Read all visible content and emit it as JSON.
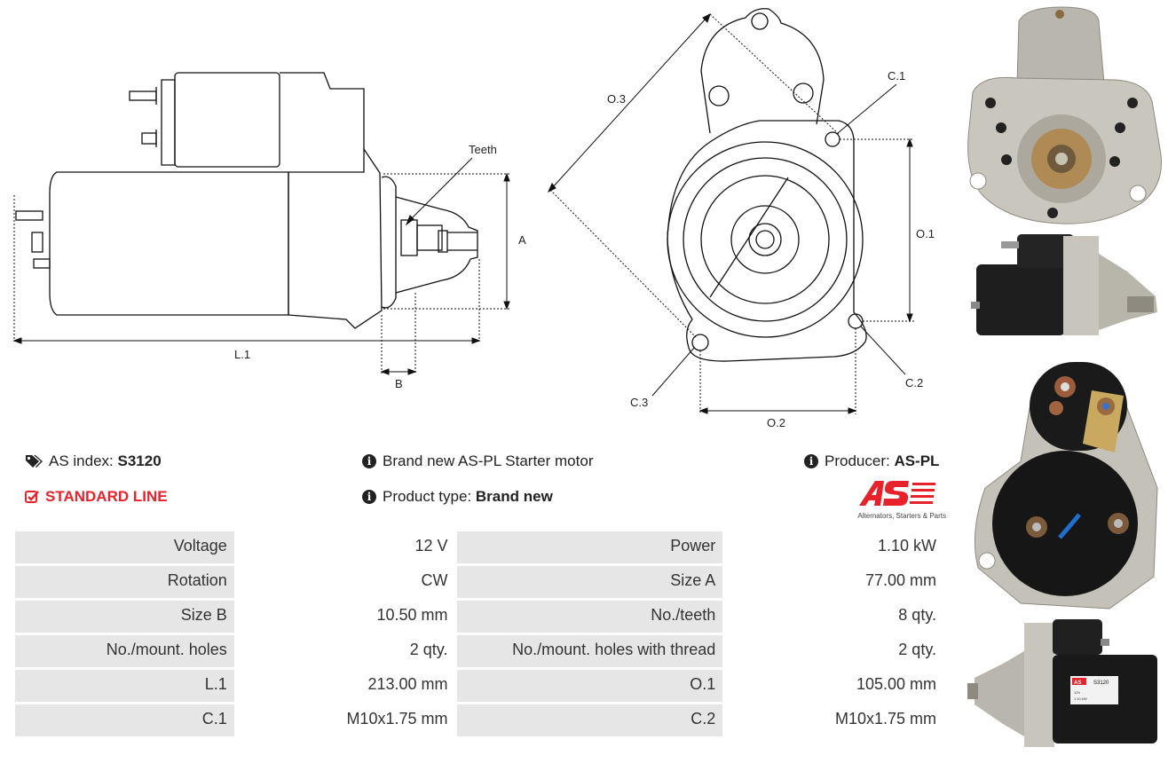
{
  "diagram": {
    "side_labels": {
      "teeth": "Teeth",
      "a": "A",
      "l1": "L.1",
      "b": "B"
    },
    "front_labels": {
      "o3": "O.3",
      "c1": "C.1",
      "o1": "O.1",
      "c2": "C.2",
      "c3": "C.3",
      "o2": "O.2"
    }
  },
  "info": {
    "as_index_label": "AS index:",
    "as_index_value": "S3120",
    "standard_line": "STANDARD LINE",
    "description": "Brand new AS-PL Starter motor",
    "product_type_label": "Product type:",
    "product_type_value": "Brand new",
    "producer_label": "Producer:",
    "producer_value": "AS-PL"
  },
  "logo": {
    "mark": "AS",
    "tagline": "Alternators, Starters & Parts",
    "color": "#e8222a"
  },
  "specs": [
    {
      "l1": "Voltage",
      "v1": "12 V",
      "l2": "Power",
      "v2": "1.10 kW"
    },
    {
      "l1": "Rotation",
      "v1": "CW",
      "l2": "Size A",
      "v2": "77.00 mm"
    },
    {
      "l1": "Size B",
      "v1": "10.50 mm",
      "l2": "No./teeth",
      "v2": "8 qty."
    },
    {
      "l1": "No./mount. holes",
      "v1": "2 qty.",
      "l2": "No./mount. holes with thread",
      "v2": "2 qty."
    },
    {
      "l1": "L.1",
      "v1": "213.00 mm",
      "l2": "O.1",
      "v2": "105.00 mm"
    },
    {
      "l1": "C.1",
      "v1": "M10x1.75 mm",
      "l2": "C.2",
      "v2": "M10x1.75 mm"
    }
  ],
  "photo_label": {
    "mark": "AS",
    "code": "S3120",
    "line1": "12V",
    "line2": "1.10 kW"
  }
}
